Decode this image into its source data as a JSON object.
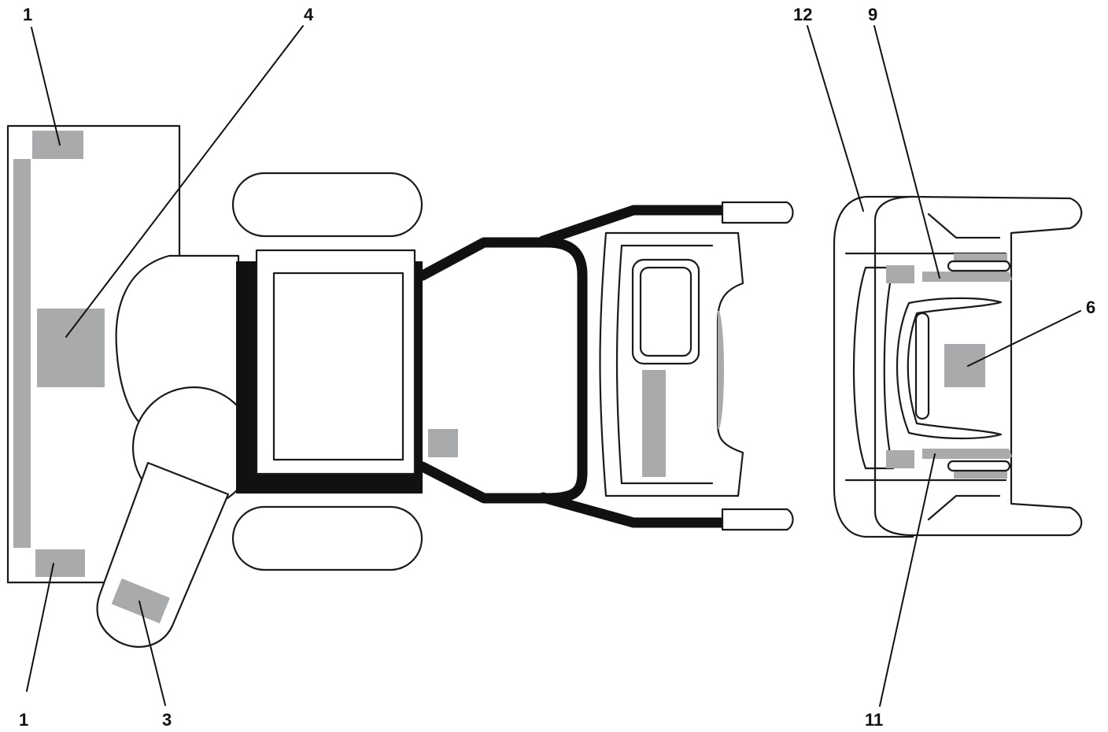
{
  "callouts": [
    {
      "id": "c1a",
      "label": "1"
    },
    {
      "id": "c4",
      "label": "4"
    },
    {
      "id": "c12",
      "label": "12"
    },
    {
      "id": "c9",
      "label": "9"
    },
    {
      "id": "c6",
      "label": "6"
    },
    {
      "id": "c1b",
      "label": "1"
    },
    {
      "id": "c3",
      "label": "3"
    },
    {
      "id": "c11",
      "label": "11"
    }
  ],
  "colors": {
    "line": "#1a1a1a",
    "decal": "#a9aaac",
    "background": "#ffffff"
  }
}
